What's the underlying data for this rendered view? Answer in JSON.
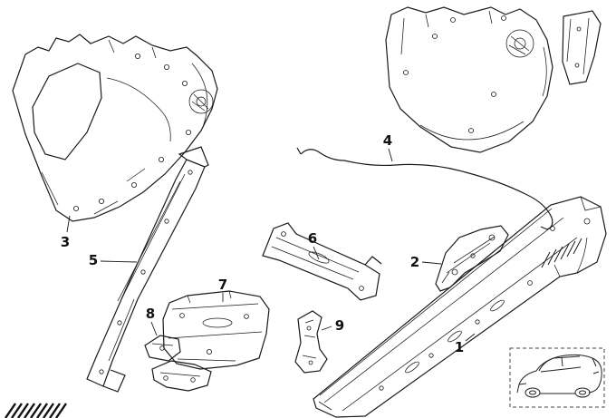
{
  "page": {
    "background": "#ffffff",
    "line_color": "#1a1a1a"
  },
  "diagram": {
    "type": "car-body-side-frame-parts-diagram",
    "callouts": {
      "1": "1",
      "2": "2",
      "3": "3",
      "4": "4",
      "5": "5",
      "6": "6",
      "7": "7",
      "8": "8",
      "9": "9"
    }
  },
  "icons": {
    "thumbnail": "car-rear-three-quarter-icon",
    "corner_mark": "hatch-stripes-mark"
  }
}
